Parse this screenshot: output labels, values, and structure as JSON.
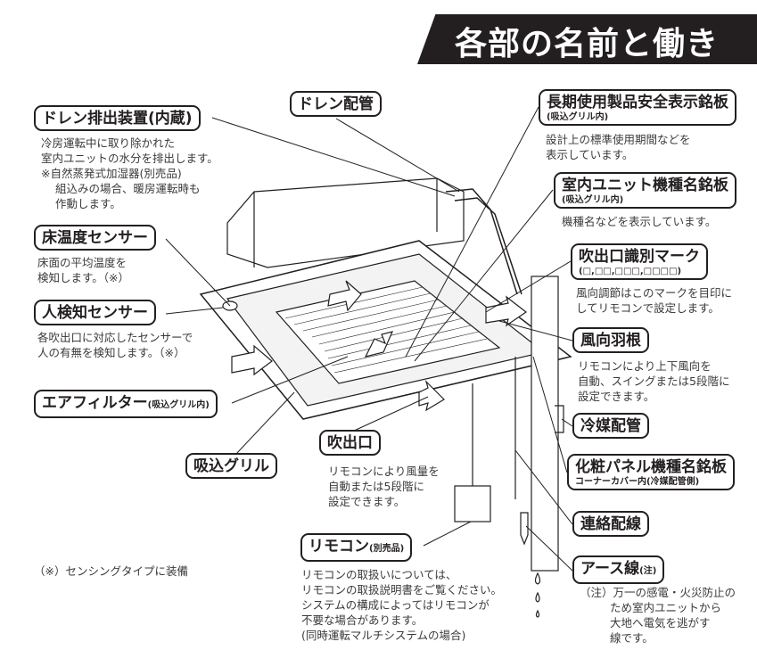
{
  "title": "各部の名前と働き",
  "labels": {
    "drain_device": {
      "name": "ドレン排出装置(内蔵)",
      "desc": [
        "冷房運転中に取り除かれた",
        "室内ユニットの水分を排出します。",
        "※自然蒸発式加湿器(別売品)",
        "組込みの場合、暖房運転時も",
        "作動します。"
      ]
    },
    "drain_pipe": {
      "name": "ドレン配管"
    },
    "floor_sensor": {
      "name": "床温度センサー",
      "desc": [
        "床面の平均温度を",
        "検知します。（※）"
      ]
    },
    "human_sensor": {
      "name": "人検知センサー",
      "desc": [
        "各吹出口に対応したセンサーで",
        "人の有無を検知します。（※）"
      ]
    },
    "air_filter": {
      "name": "エアフィルター",
      "sub": "(吸込グリル内)"
    },
    "intake_grille": {
      "name": "吸込グリル"
    },
    "outlet": {
      "name": "吹出口",
      "desc": [
        "リモコンにより風量を",
        "自動または5段階に",
        "設定できます。"
      ]
    },
    "remote": {
      "name": "リモコン",
      "sub": "(別売品)",
      "desc": [
        "リモコンの取扱いについては、",
        "リモコンの取扱説明書をご覧ください。",
        "システムの構成によってはリモコンが",
        "不要な場合があります。",
        "(同時運転マルチシステムの場合)"
      ]
    },
    "sensing_note": "（※）センシングタイプに装備",
    "safety_plate": {
      "name": "長期使用製品安全表示銘板",
      "sub": "(吸込グリル内)",
      "desc": [
        "設計上の標準使用期間などを",
        "表示しています。"
      ]
    },
    "model_plate": {
      "name": "室内ユニット機種名銘板",
      "sub": "(吸込グリル内)",
      "desc": [
        "機種名などを表示しています。"
      ]
    },
    "outlet_mark": {
      "name": "吹出口識別マーク",
      "sub": "(□,□□,□□□,□□□□)",
      "desc": [
        "風向調節はこのマークを目印に",
        "してリモコンで設定します。"
      ]
    },
    "louver": {
      "name": "風向羽根",
      "desc": [
        "リモコンにより上下風向を",
        "自動、スイングまたは5段階に",
        "設定できます。"
      ]
    },
    "refrigerant_pipe": {
      "name": "冷媒配管"
    },
    "panel_plate": {
      "name": "化粧パネル機種名銘板",
      "sub": "コーナーカバー内(冷媒配管側)"
    },
    "connection_wire": {
      "name": "連絡配線"
    },
    "earth_wire": {
      "name": "アース線",
      "sub": "(注)",
      "desc": [
        "（注）万一の感電・火災防止の",
        "ため室内ユニットから",
        "大地へ電気を逃がす",
        "線です。"
      ]
    }
  }
}
